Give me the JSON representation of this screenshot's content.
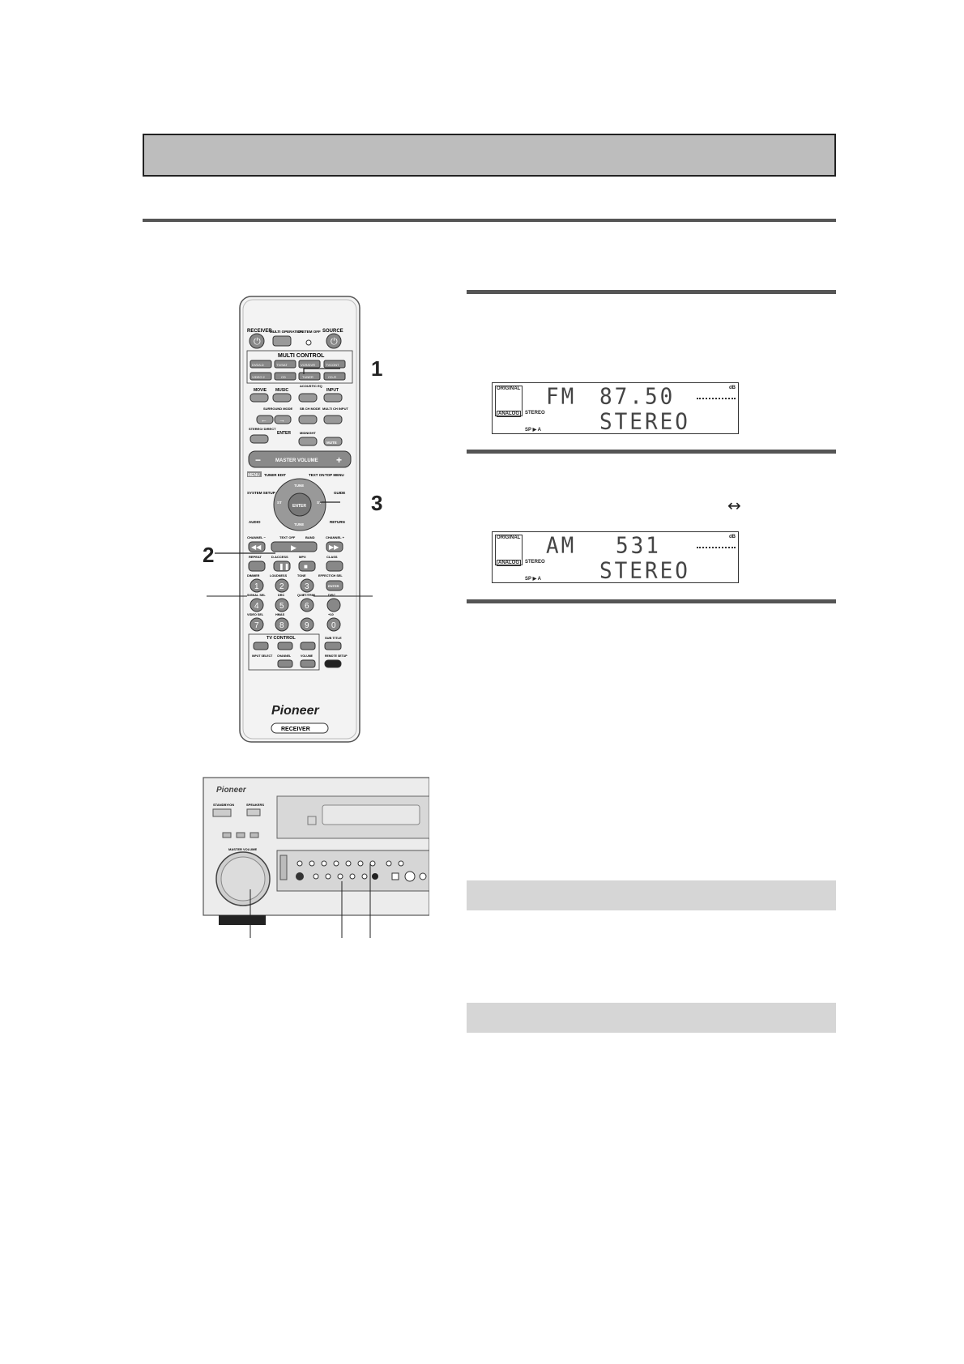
{
  "step_numbers": {
    "step1": "1",
    "step2": "2",
    "step3": "3"
  },
  "display_fm": {
    "original_label": "ORIGINAL",
    "analog_label": "ANALOG",
    "stereo_label": "STEREO",
    "band": "FM",
    "frequency": "87.50",
    "status": "STEREO",
    "db_label": "dB",
    "sp_label": "SP ▶ A"
  },
  "display_am": {
    "original_label": "ORIGINAL",
    "analog_label": "ANALOG",
    "stereo_label": "STEREO",
    "band": "AM",
    "frequency": "531",
    "status": "STEREO",
    "db_label": "dB",
    "sp_label": "SP ▶ A"
  },
  "band_toggle_symbol": "↔",
  "remote": {
    "brand": "Pioneer",
    "model_label": "RECEIVER",
    "receiver_label": "RECEIVER",
    "source_label": "SOURCE",
    "multi_operation": "MULTI OPERATION",
    "system_off": "SYSTEM OFF",
    "multi_control": "MULTI CONTROL",
    "src_row1": [
      "DVD/LD",
      "TV/SAT",
      "VCR/DVR",
      "TVCONT"
    ],
    "src_row2": [
      "VIDEO 2",
      "CD",
      "TUNER",
      "CD-R"
    ],
    "mode_row1": [
      "MOVIE",
      "MUSIC",
      "ACOUSTIC EQ",
      "INPUT"
    ],
    "mode_row2": [
      "SURROUND MODE",
      "SB CH MODE",
      "MULTI CH INPUT"
    ],
    "mode_row3": [
      "STEREO/ DIRECT",
      "ENTER",
      "MIDNIGHT",
      "MUTE"
    ],
    "master_volume": "MASTER VOLUME",
    "vol_minus": "−",
    "vol_plus": "+",
    "menu": "MENU",
    "tuner_edit": "TUNER EDIT",
    "text_on": "TEXT ON",
    "top_menu": "TOP MENU",
    "system_setup": "SYSTEM SETUP",
    "guide": "GUIDE",
    "tune_up": "TUNE",
    "tune_down": "TUNE",
    "enter": "ENTER",
    "st_minus": "ST",
    "st_plus": "ST",
    "audio": "AUDIO",
    "return": "RETURN",
    "channel_minus": "CHANNEL −",
    "text_off": "TEXT OFF",
    "band": "BAND",
    "channel_plus": "CHANNEL +",
    "row_labels_1": [
      "REPEAT",
      "D.ACCESS",
      "MPX",
      "CLASS"
    ],
    "row_labels_2": [
      "DIMMER",
      "LOUDNESS",
      "TONE",
      "EFFECT/CH SEL"
    ],
    "row_labels_3": [
      "SIGNAL SEL",
      "DRC",
      "QUIET/TRIM"
    ],
    "row_labels_4": [
      "VIDEO SEL",
      "HMAS"
    ],
    "digits": [
      "1",
      "2",
      "3",
      "4",
      "5",
      "6",
      "7",
      "8",
      "9",
      "0"
    ],
    "enter_small": "ENTER",
    "disc": "DISC",
    "plus10": "+10",
    "tv_control": "TV CONTROL",
    "input_select": "INPUT SELECT",
    "channel": "CHANNEL",
    "volume": "VOLUME",
    "sub_title": "SUB TITLE",
    "remote_setup": "REMOTE SETUP"
  },
  "front_panel": {
    "brand": "Pioneer",
    "standby_on": "STANDBY/ON",
    "speakers": "SPEAKERS",
    "master_volume": "MASTER VOLUME"
  }
}
